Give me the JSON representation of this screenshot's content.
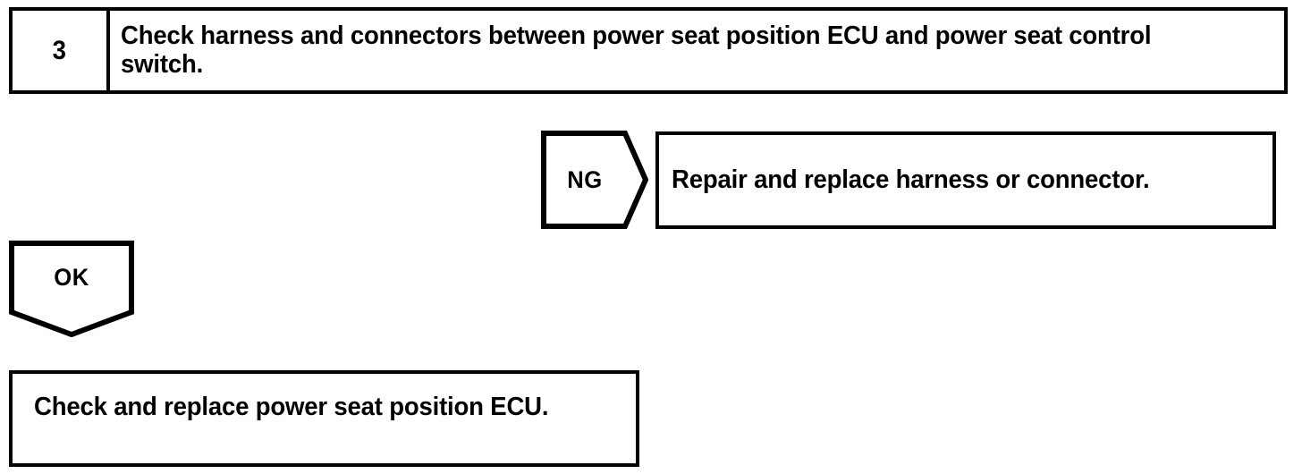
{
  "diagram": {
    "type": "troubleshooting-flowchart",
    "stroke_color": "#000000",
    "background_color": "#ffffff",
    "step": {
      "number": "3",
      "instruction": "Check harness and connectors between power seat position ECU and power seat control switch."
    },
    "branches": [
      {
        "label": "NG",
        "direction": "right",
        "result": "Repair and replace harness or connector."
      },
      {
        "label": "OK",
        "direction": "down",
        "result": "Check and replace power seat position ECU."
      }
    ],
    "ng_branch": {
      "label": "NG",
      "result_text": "Repair and replace harness or connector."
    },
    "ok_branch": {
      "label": "OK",
      "result_text": "Check and replace power seat position ECU."
    }
  }
}
